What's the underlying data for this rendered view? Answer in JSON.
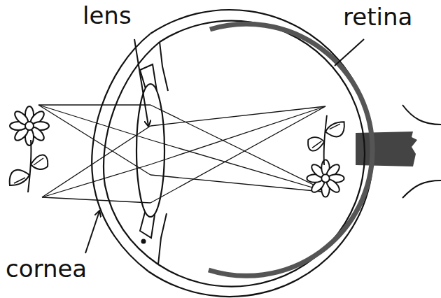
{
  "diagram": {
    "labels": [
      "lens",
      "retina",
      "cornea"
    ]
  }
}
